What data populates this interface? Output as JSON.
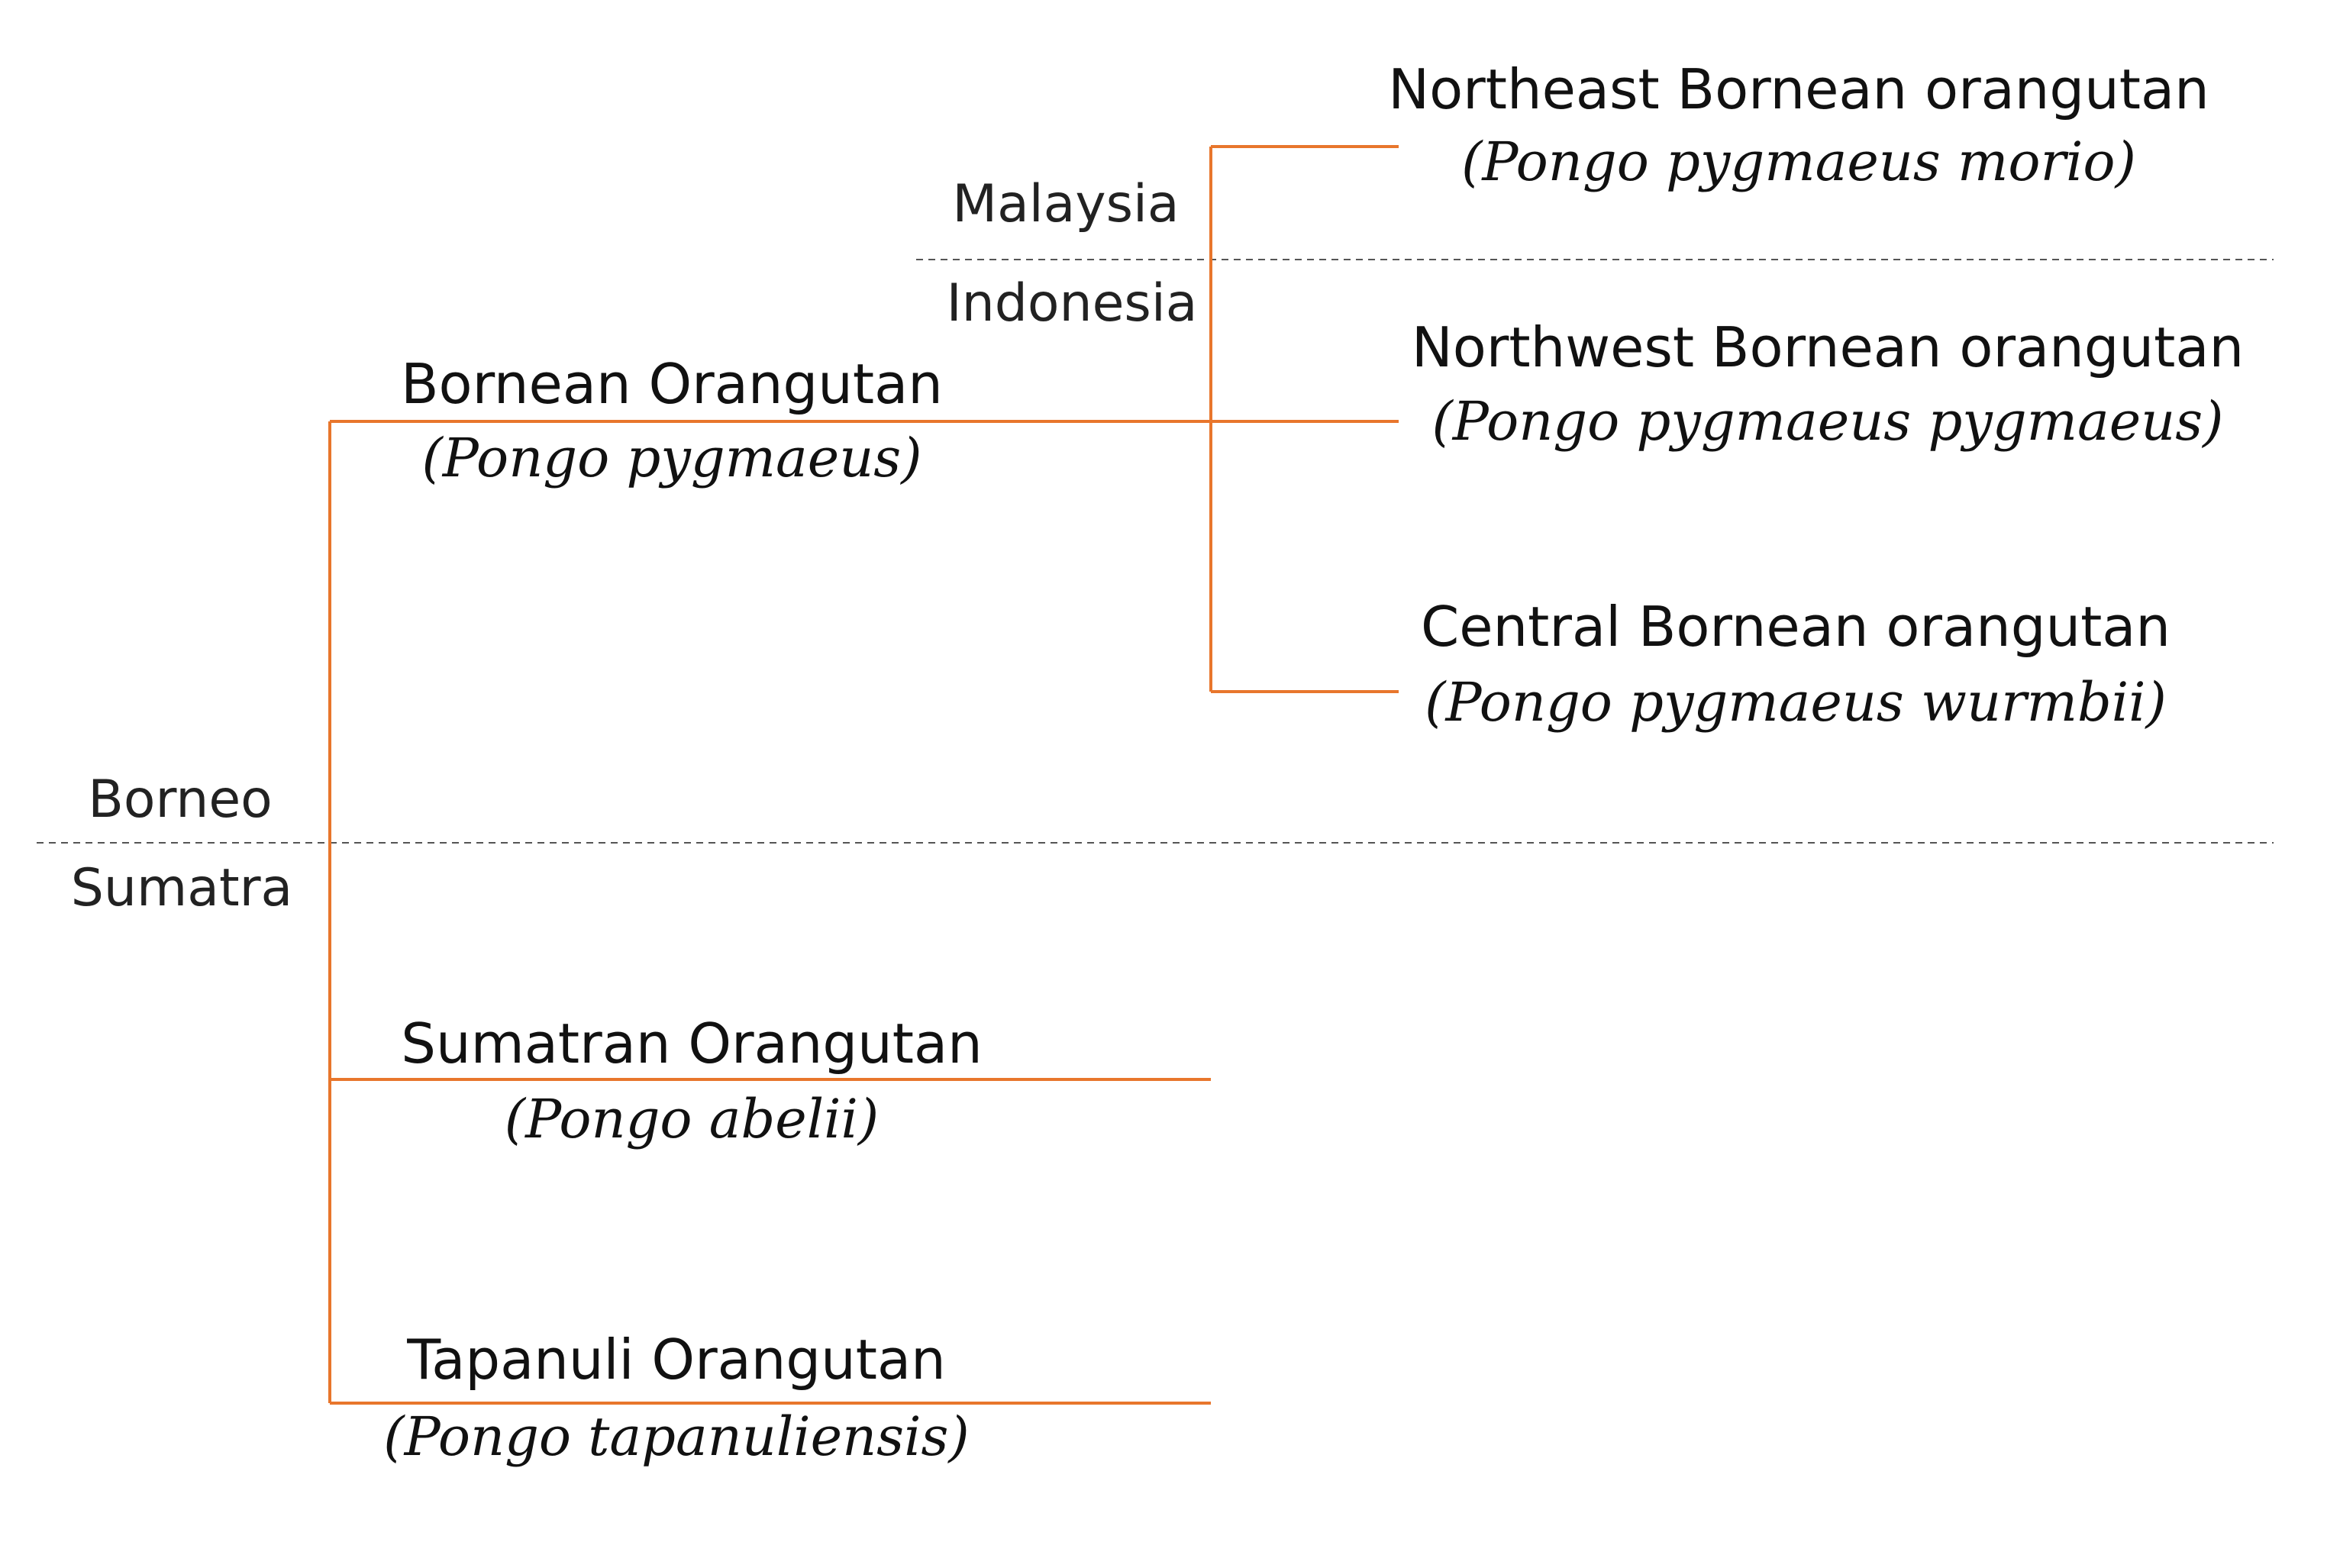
{
  "diagram": {
    "branch_color": "#E8762C",
    "divider_color": "#555555",
    "regions": {
      "borneo": "Borneo",
      "sumatra": "Sumatra",
      "malaysia": "Malaysia",
      "indonesia": "Indonesia"
    },
    "taxa": {
      "bornean": {
        "common": "Bornean Orangutan",
        "latin": "(Pongo pygmaeus)"
      },
      "northeast": {
        "common": "Northeast Bornean orangutan",
        "latin": "(Pongo pygmaeus morio)"
      },
      "northwest": {
        "common": "Northwest Bornean orangutan",
        "latin": "(Pongo pygmaeus pygmaeus)"
      },
      "central": {
        "common": "Central Bornean orangutan",
        "latin": "(Pongo pygmaeus wurmbii)"
      },
      "sumatran": {
        "common": "Sumatran Orangutan",
        "latin": "(Pongo abelii)"
      },
      "tapanuli": {
        "common": "Tapanuli Orangutan",
        "latin": "(Pongo tapanuliensis)"
      }
    }
  }
}
